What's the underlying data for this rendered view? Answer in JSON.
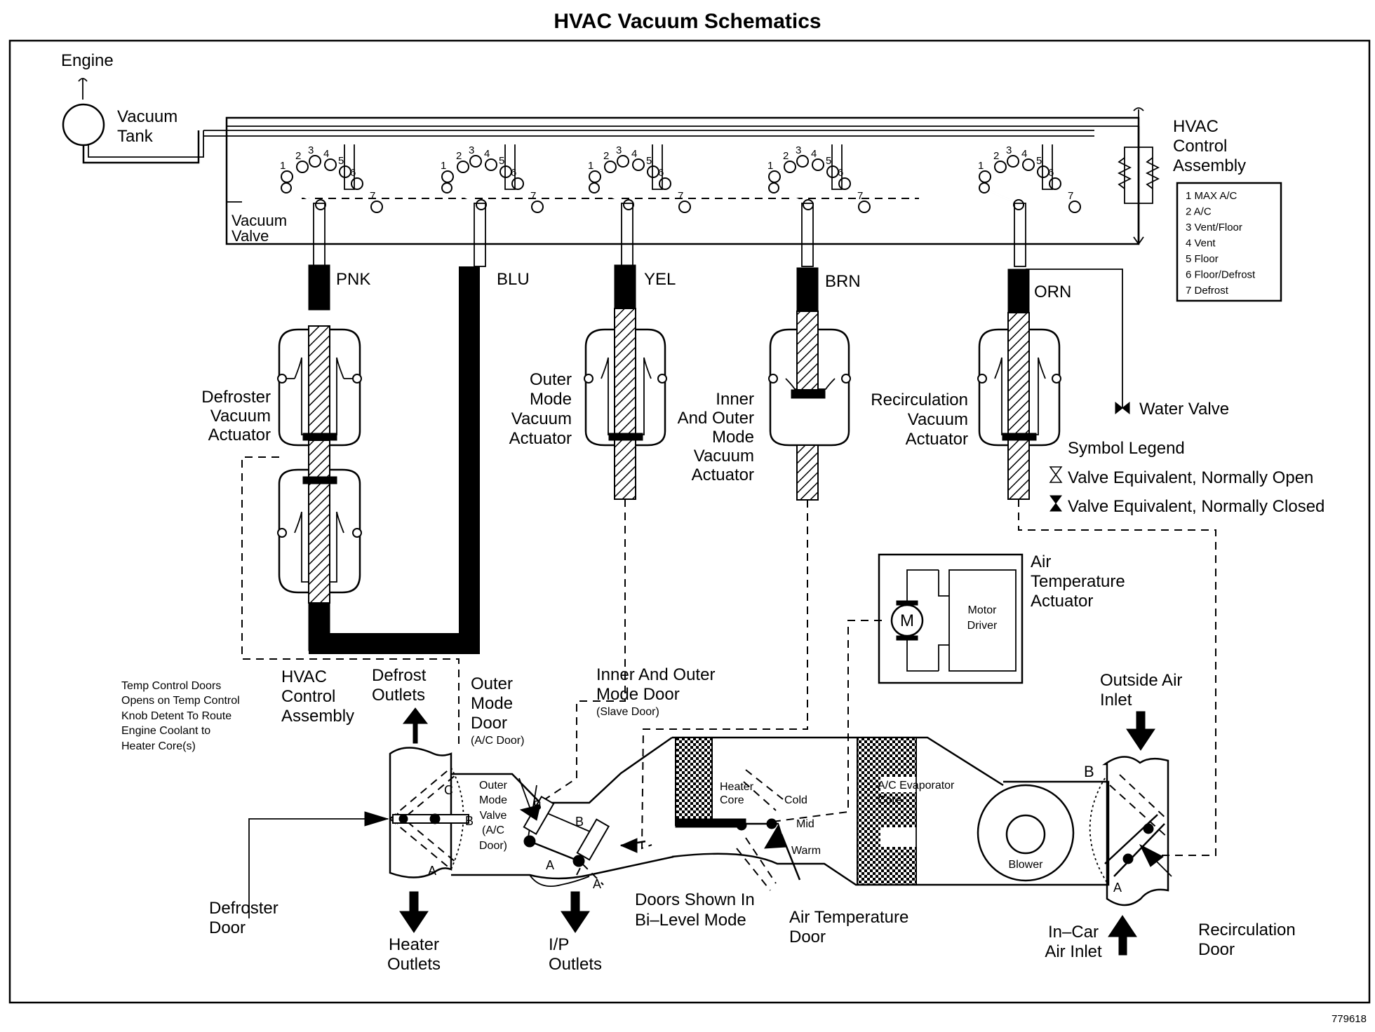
{
  "title": "HVAC Vacuum Schematics",
  "figure_id": "779618",
  "engine": {
    "label": "Engine",
    "tank_label_line1": "Vacuum",
    "tank_label_line2": "Tank"
  },
  "vacuum_valve": {
    "line1": "Vacuum",
    "line2": "Valve"
  },
  "control_assembly": {
    "line1": "HVAC",
    "line2": "Control",
    "line3": "Assembly"
  },
  "mode_legend": [
    "1  MAX A/C",
    "2  A/C",
    "3  Vent/Floor",
    "4  Vent",
    "5  Floor",
    "6  Floor/Defrost",
    "7  Defrost"
  ],
  "port_numbers": [
    "1",
    "2",
    "3",
    "4",
    "5",
    "6",
    "7"
  ],
  "hoses": [
    {
      "color_code": "PNK"
    },
    {
      "color_code": "BLU"
    },
    {
      "color_code": "YEL"
    },
    {
      "color_code": "BRN"
    },
    {
      "color_code": "ORN"
    }
  ],
  "actuators": {
    "defroster": [
      "Defroster",
      "Vacuum",
      "Actuator"
    ],
    "outer_mode": [
      "Outer",
      "Mode",
      "Vacuum",
      "Actuator"
    ],
    "inner_outer": [
      "Inner",
      "And Outer",
      "Mode",
      "Vacuum",
      "Actuator"
    ],
    "recirculation": [
      "Recirculation",
      "Vacuum",
      "Actuator"
    ]
  },
  "water_valve": "Water Valve",
  "symbol_legend": {
    "title": "Symbol Legend",
    "normally_open": "Valve Equivalent, Normally Open",
    "normally_closed": "Valve Equivalent, Normally Closed"
  },
  "air_temp_actuator": {
    "label": [
      "Air",
      "Temperature",
      "Actuator"
    ],
    "motor": "M",
    "driver": [
      "Motor",
      "Driver"
    ]
  },
  "notes": {
    "temp_control": [
      "Temp Control Doors",
      "Opens on Temp Control",
      "Knob Detent To Route",
      "Engine Coolant to",
      "Heater Core(s)"
    ],
    "hvac_control_assembly": [
      "HVAC",
      "Control",
      "Assembly"
    ]
  },
  "duct": {
    "defrost_outlets": [
      "Defrost",
      "Outlets"
    ],
    "outer_mode_door": [
      "Outer",
      "Mode",
      "Door"
    ],
    "outer_mode_door_sub": "(A/C Door)",
    "inner_outer_door": [
      "Inner And Outer",
      "Mode Door"
    ],
    "inner_outer_door_sub": "(Slave Door)",
    "outer_mode_valve": [
      "Outer",
      "Mode",
      "Valve",
      "(A/C",
      "Door)"
    ],
    "heater_core": [
      "Heater",
      "Core"
    ],
    "cold": "Cold",
    "mid": "Mid",
    "warm": "Warm",
    "evaporator": [
      "A/C Evaporator",
      "Core"
    ],
    "blower": "Blower",
    "outside_air": [
      "Outside Air",
      "Inlet"
    ],
    "defroster_door": [
      "Defroster",
      "Door"
    ],
    "heater_outlets": [
      "Heater",
      "Outlets"
    ],
    "ip_outlets": [
      "I/P",
      "Outlets"
    ],
    "doors_shown": [
      "Doors Shown In",
      "Bi–Level Mode"
    ],
    "air_temp_door": [
      "Air Temperature",
      "Door"
    ],
    "incar_inlet": [
      "In–Car",
      "Air Inlet"
    ],
    "recirc_door": [
      "Recirculation",
      "Door"
    ],
    "letter_a": "A",
    "letter_b": "B",
    "letter_c": "C"
  }
}
